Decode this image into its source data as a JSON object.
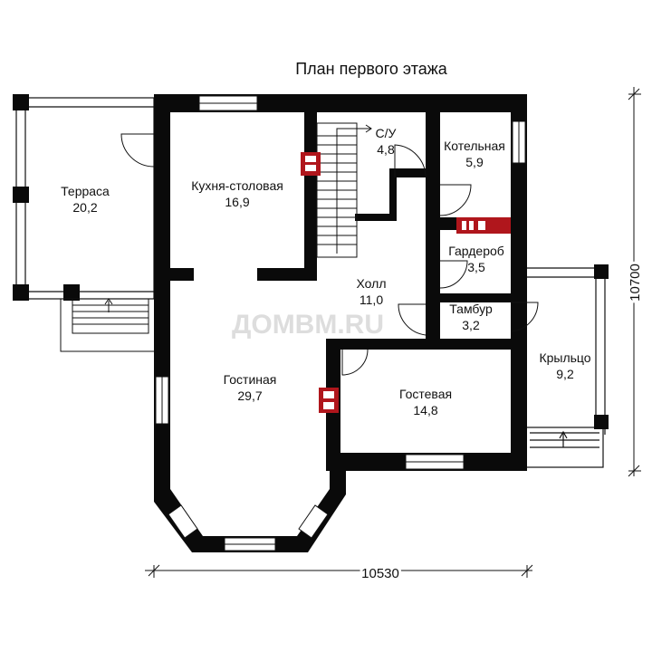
{
  "title": "План первого этажа",
  "watermark": "ДОМВМ.RU",
  "dimensions": {
    "width": "10530",
    "height": "10700"
  },
  "rooms": [
    {
      "name": "Терраса",
      "area": "20,2"
    },
    {
      "name": "Кухня-столовая",
      "area": "16,9"
    },
    {
      "name": "С/У",
      "area": "4,8"
    },
    {
      "name": "Котельная",
      "area": "5,9"
    },
    {
      "name": "Гардероб",
      "area": "3,5"
    },
    {
      "name": "Холл",
      "area": "11,0"
    },
    {
      "name": "Тамбур",
      "area": "3,2"
    },
    {
      "name": "Крыльцо",
      "area": "9,2"
    },
    {
      "name": "Гостиная",
      "area": "29,7"
    },
    {
      "name": "Гостевая",
      "area": "14,8"
    }
  ],
  "colors": {
    "wall": "#0a0a0a",
    "accent": "#b0161c"
  }
}
